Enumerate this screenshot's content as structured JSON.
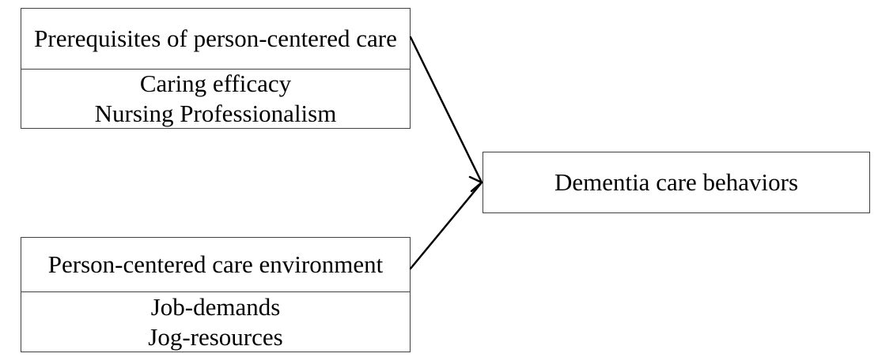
{
  "diagram": {
    "boxes": {
      "prerequisites": {
        "title": "Prerequisites of person-centered care",
        "items": [
          "Caring efficacy",
          "Nursing Professionalism"
        ]
      },
      "environment": {
        "title": "Person-centered care environment",
        "items": [
          "Job-demands",
          "Jog-resources"
        ]
      },
      "outcome": {
        "title": "Dementia care behaviors"
      }
    },
    "edges": [
      {
        "from": "prerequisites",
        "to": "outcome"
      },
      {
        "from": "environment",
        "to": "outcome"
      }
    ],
    "colors": {
      "line": "#000000",
      "border": "#404040",
      "background": "#ffffff"
    }
  }
}
